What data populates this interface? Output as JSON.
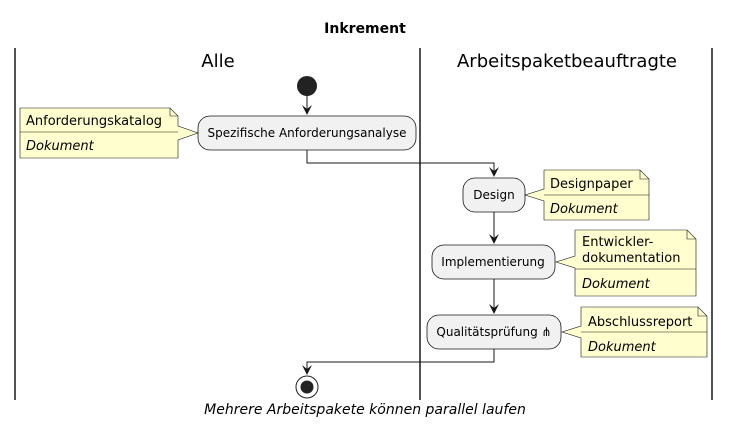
{
  "diagram": {
    "title": "Inkrement",
    "caption": "Mehrere Arbeitspakete können parallel laufen",
    "lanes": [
      {
        "label": "Alle"
      },
      {
        "label": "Arbeitspaketbeauftragte"
      }
    ],
    "activities": [
      {
        "label": "Spezifische Anforderungsanalyse"
      },
      {
        "label": "Design"
      },
      {
        "label": "Implementierung"
      },
      {
        "label": "Qualitätsprüfung ⋔"
      }
    ],
    "notes": [
      {
        "lines": [
          "Anforderungskatalog"
        ],
        "type": "Dokument"
      },
      {
        "lines": [
          "Designpaper"
        ],
        "type": "Dokument"
      },
      {
        "lines": [
          "Entwickler-",
          "dokumentation"
        ],
        "type": "Dokument"
      },
      {
        "lines": [
          "Abschlussreport"
        ],
        "type": "Dokument"
      }
    ],
    "colors": {
      "activity_fill": "#f1f1f1",
      "note_fill": "#fefece",
      "border": "#181818",
      "node": "#222222"
    }
  }
}
